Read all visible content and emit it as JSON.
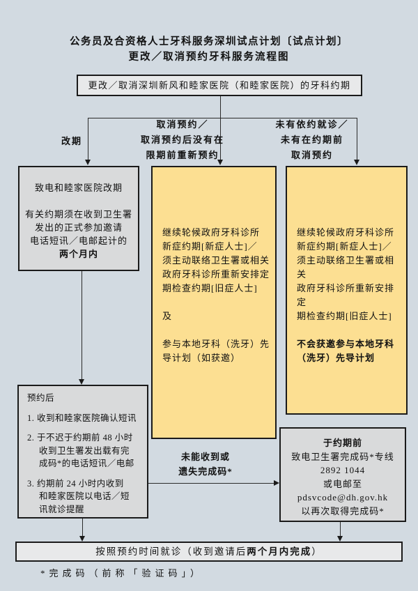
{
  "title": {
    "line1": "公务员及合资格人士牙科服务深圳试点计划〔试点计划〕",
    "line2": "更改／取消预约牙科服务流程图"
  },
  "colors": {
    "background": "#d2dae1",
    "gray_box": "#d9dadb",
    "light_gray_box": "#e8e9ea",
    "yellow_box": "#fcdf92",
    "border": "#1a1a1a"
  },
  "top_box": {
    "text": "更改／取消深圳新风和睦家医院（和睦家医院）的牙科约期"
  },
  "branch_labels": {
    "reschedule": "改期",
    "cancel_lines": [
      "取消预约／",
      "取消预约后没有在",
      "限期前重新预约"
    ],
    "no_show_lines": [
      "未有依约就诊／",
      "未有在约期前",
      "取消预约"
    ]
  },
  "reschedule_box": {
    "lines": [
      {
        "text": "致电和睦家医院改期"
      },
      {
        "blank": true
      },
      {
        "text": "有关约期须在收到卫生署"
      },
      {
        "text": "发出的正式参加邀请"
      },
      {
        "text": "电话短讯／电邮起计的"
      },
      {
        "text": "两个月内",
        "bold": true
      }
    ]
  },
  "cancel_box": {
    "lines": [
      {
        "text": "继续轮候政府牙科诊所"
      },
      {
        "text": "新症约期[新症人士]／"
      },
      {
        "text": "须主动联络卫生署或相关"
      },
      {
        "text": "政府牙科诊所重新安排定"
      },
      {
        "text": "期检查约期[旧症人士]"
      },
      {
        "blank": true
      },
      {
        "text": "及"
      },
      {
        "blank": true
      },
      {
        "text": "参与本地牙科（洗牙）先"
      },
      {
        "text": "导计划（如获邀）"
      }
    ]
  },
  "no_show_box": {
    "lines": [
      {
        "text": "继续轮候政府牙科诊所"
      },
      {
        "text": "新症约期[新症人士]／"
      },
      {
        "text": "须主动联络卫生署或相关"
      },
      {
        "text": "政府牙科诊所重新安排定"
      },
      {
        "text": "期检查约期[旧症人士]"
      },
      {
        "blank": true
      },
      {
        "text": "不会获邀参与本地牙科",
        "bold": true
      },
      {
        "text": "（洗牙）先导计划",
        "bold": true
      }
    ]
  },
  "after_booking_box": {
    "lines": [
      {
        "text": "预约后"
      },
      {
        "gap": true
      },
      {
        "text": "1.  收到和睦家医院确认短讯"
      },
      {
        "gap": true
      },
      {
        "text": "2.  于不迟于约期前 48 小时"
      },
      {
        "text": "收到卫生署发出载有完",
        "indent": true
      },
      {
        "text": "成码*的电话短讯／电邮",
        "indent": true
      },
      {
        "gap": true
      },
      {
        "text": "3.  约期前 24 小时内收到"
      },
      {
        "text": "和睦家医院以电话／短",
        "indent": true
      },
      {
        "text": "讯就诊提醒",
        "indent": true
      }
    ]
  },
  "code_lost_label": {
    "lines": [
      "未能收到或",
      "遗失完成码*"
    ]
  },
  "code_retrieval_box": {
    "lines": [
      {
        "text": "于约期前",
        "bold": true
      },
      {
        "text": "致电卫生署完成码*专线"
      },
      {
        "text": "2892 1044"
      },
      {
        "text": "或电邮至"
      },
      {
        "text": "pdsvcode@dh.gov.hk"
      },
      {
        "text": "以再次取得完成码*"
      }
    ]
  },
  "attend_box": {
    "segments": [
      {
        "text": "按照预约时间就诊（收到邀请后"
      },
      {
        "text": "两个月内完成",
        "bold": true
      },
      {
        "text": "）"
      }
    ]
  },
  "footnote": "*完成码（前称「验证码」）"
}
